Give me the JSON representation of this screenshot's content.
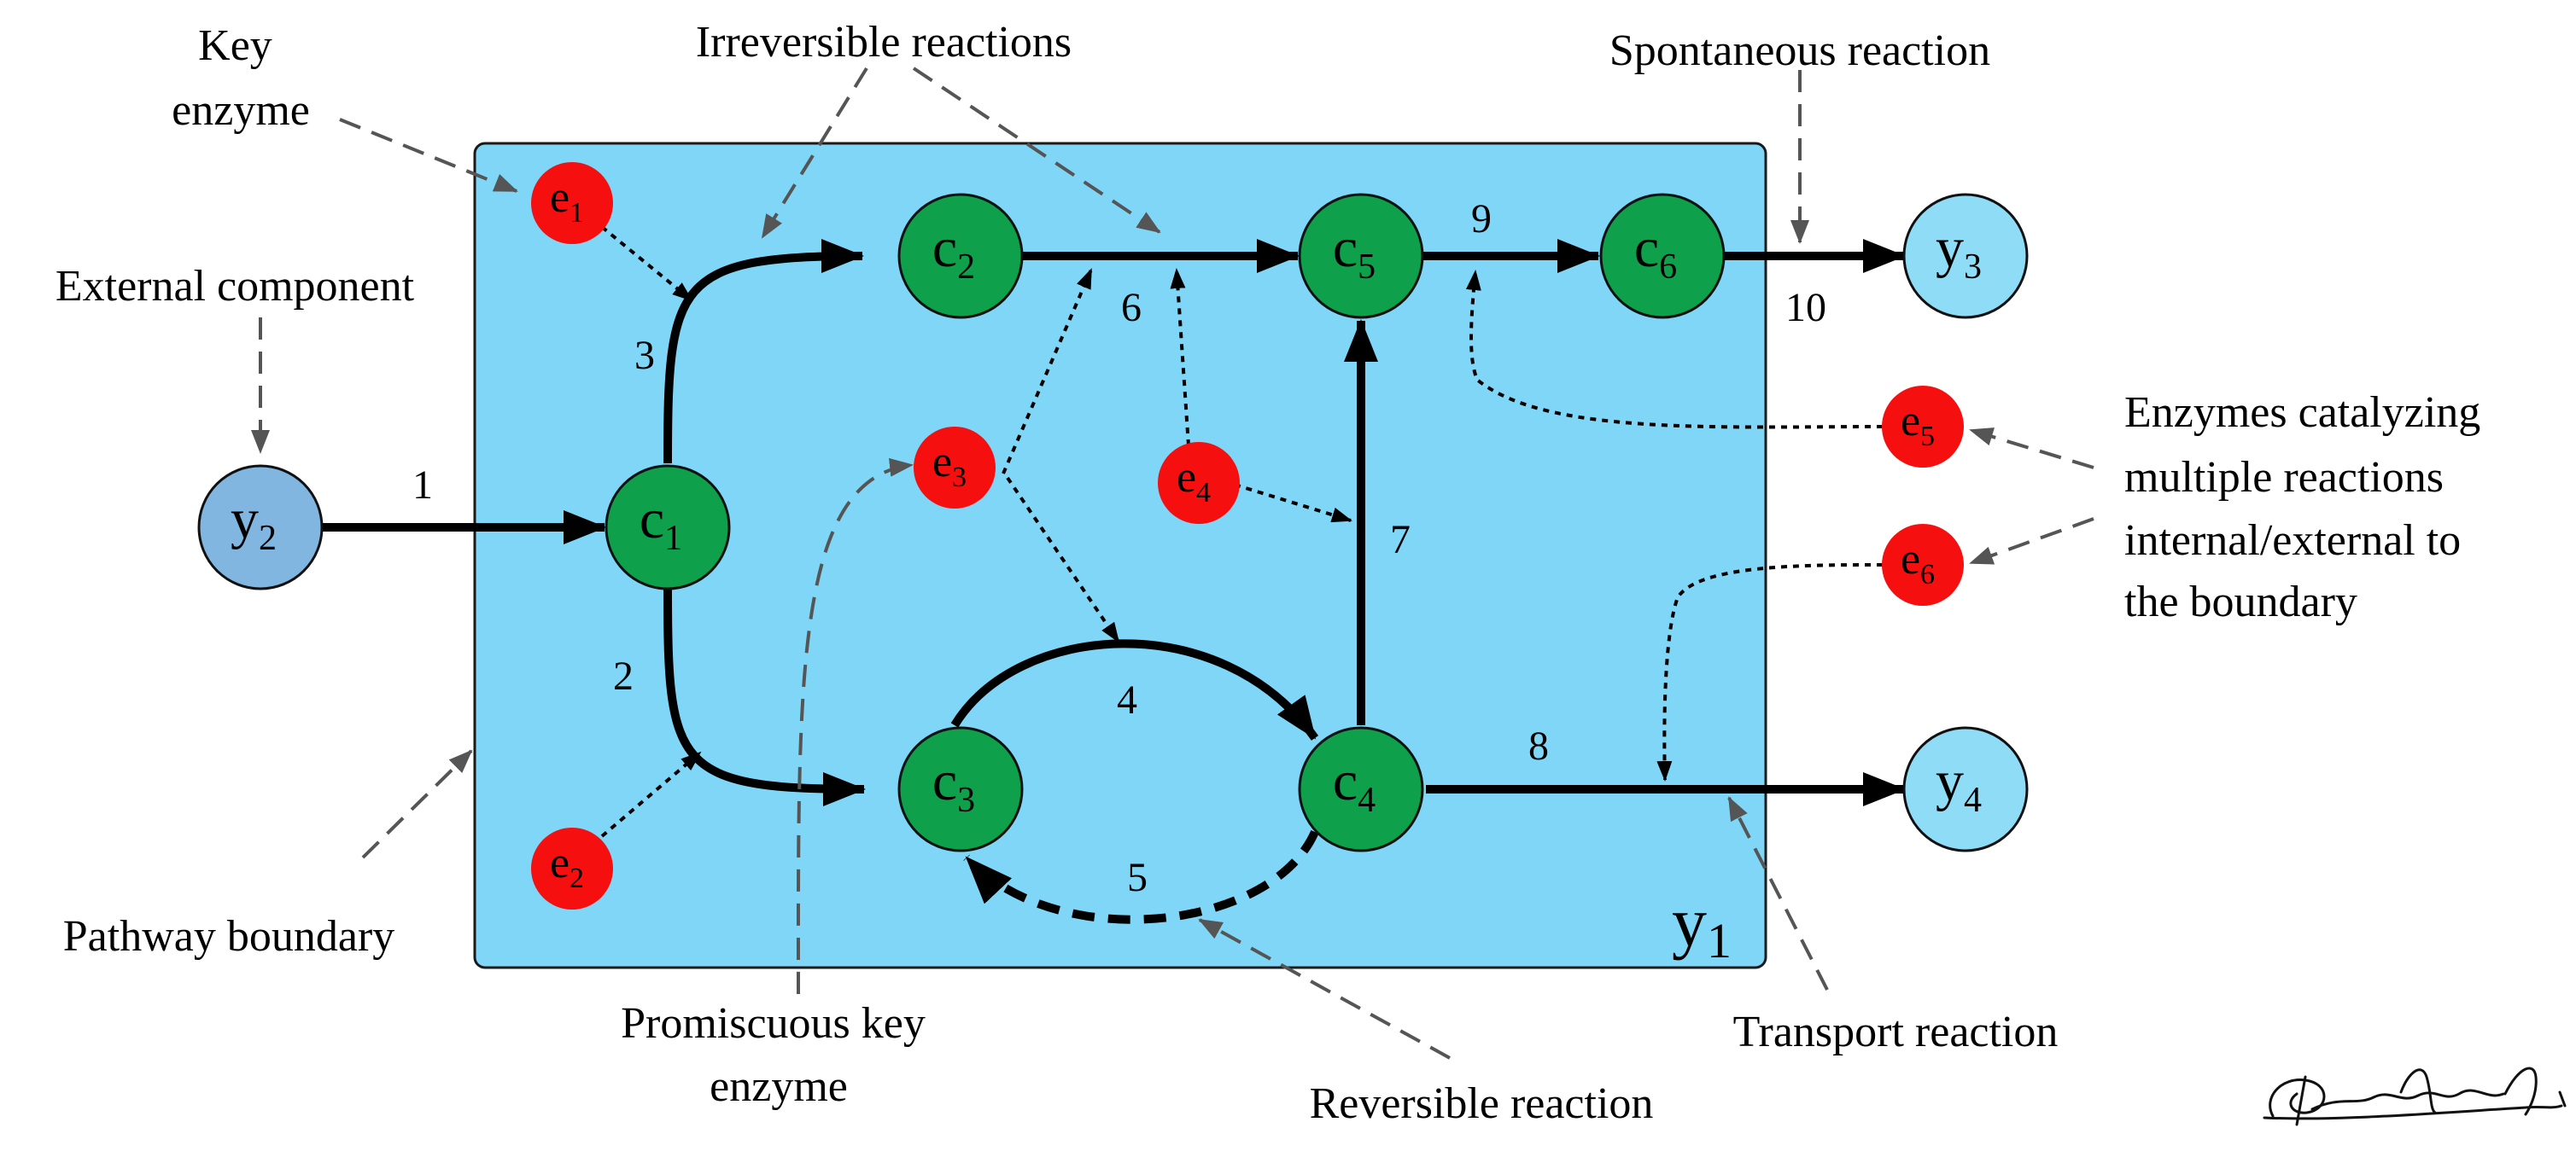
{
  "colors": {
    "boundary_fill": "#7fd6f7",
    "boundary_stroke": "#1a1a1a",
    "compound_fill": "#0ea04a",
    "enzyme_fill": "#f50f0f",
    "external_y2_fill": "#80b6e0",
    "external_fill": "#8fdcf7",
    "arrow": "#000000",
    "callout": "#555555"
  },
  "boundary": {
    "name": "y",
    "sub": "1"
  },
  "nodes": {
    "y2": {
      "name": "y",
      "sub": "2"
    },
    "c1": {
      "name": "c",
      "sub": "1"
    },
    "c2": {
      "name": "c",
      "sub": "2"
    },
    "c3": {
      "name": "c",
      "sub": "3"
    },
    "c4": {
      "name": "c",
      "sub": "4"
    },
    "c5": {
      "name": "c",
      "sub": "5"
    },
    "c6": {
      "name": "c",
      "sub": "6"
    },
    "y3": {
      "name": "y",
      "sub": "3"
    },
    "y4": {
      "name": "y",
      "sub": "4"
    },
    "e1": {
      "name": "e",
      "sub": "1"
    },
    "e2": {
      "name": "e",
      "sub": "2"
    },
    "e3": {
      "name": "e",
      "sub": "3"
    },
    "e4": {
      "name": "e",
      "sub": "4"
    },
    "e5": {
      "name": "e",
      "sub": "5"
    },
    "e6": {
      "name": "e",
      "sub": "6"
    }
  },
  "reactions": {
    "r1": "1",
    "r2": "2",
    "r3": "3",
    "r4": "4",
    "r5": "5",
    "r6": "6",
    "r7": "7",
    "r8": "8",
    "r9": "9",
    "r10": "10"
  },
  "annotations": {
    "key_enzyme": [
      "Key",
      "enzyme"
    ],
    "irreversible": [
      "Irreversible reactions"
    ],
    "spontaneous": [
      "Spontaneous reaction"
    ],
    "external_component": [
      "External component"
    ],
    "enzymes_multiple": [
      "Enzymes catalyzing",
      "multiple reactions",
      "internal/external to",
      "the boundary"
    ],
    "pathway_boundary": [
      "Pathway boundary"
    ],
    "promiscuous": [
      "Promiscuous key",
      "enzyme"
    ],
    "reversible": [
      "Reversible reaction"
    ],
    "transport": [
      "Transport reaction"
    ]
  }
}
